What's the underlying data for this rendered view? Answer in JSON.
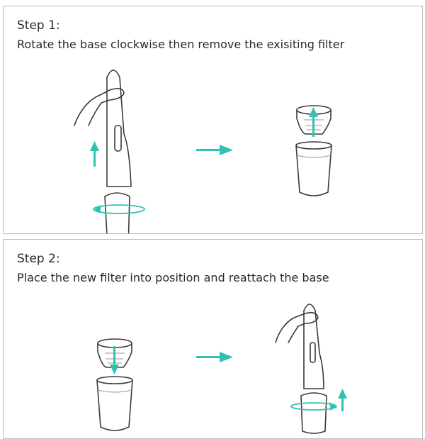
{
  "steps": [
    {
      "title": "Step 1:",
      "description": "Rotate the base clockwise then remove the exisiting filter"
    },
    {
      "title": "Step 2:",
      "description": "Place the new filter into position and reattach the base"
    }
  ],
  "colors": {
    "accent": "#2fc2b3",
    "line": "#3a3a3a",
    "border": "#bdbdbd"
  },
  "icons": [
    "hand-holding-vacuum",
    "arrow-up-icon",
    "rotate-arrow-icon",
    "arrow-right-icon",
    "filter-icon",
    "dust-cup-icon"
  ]
}
